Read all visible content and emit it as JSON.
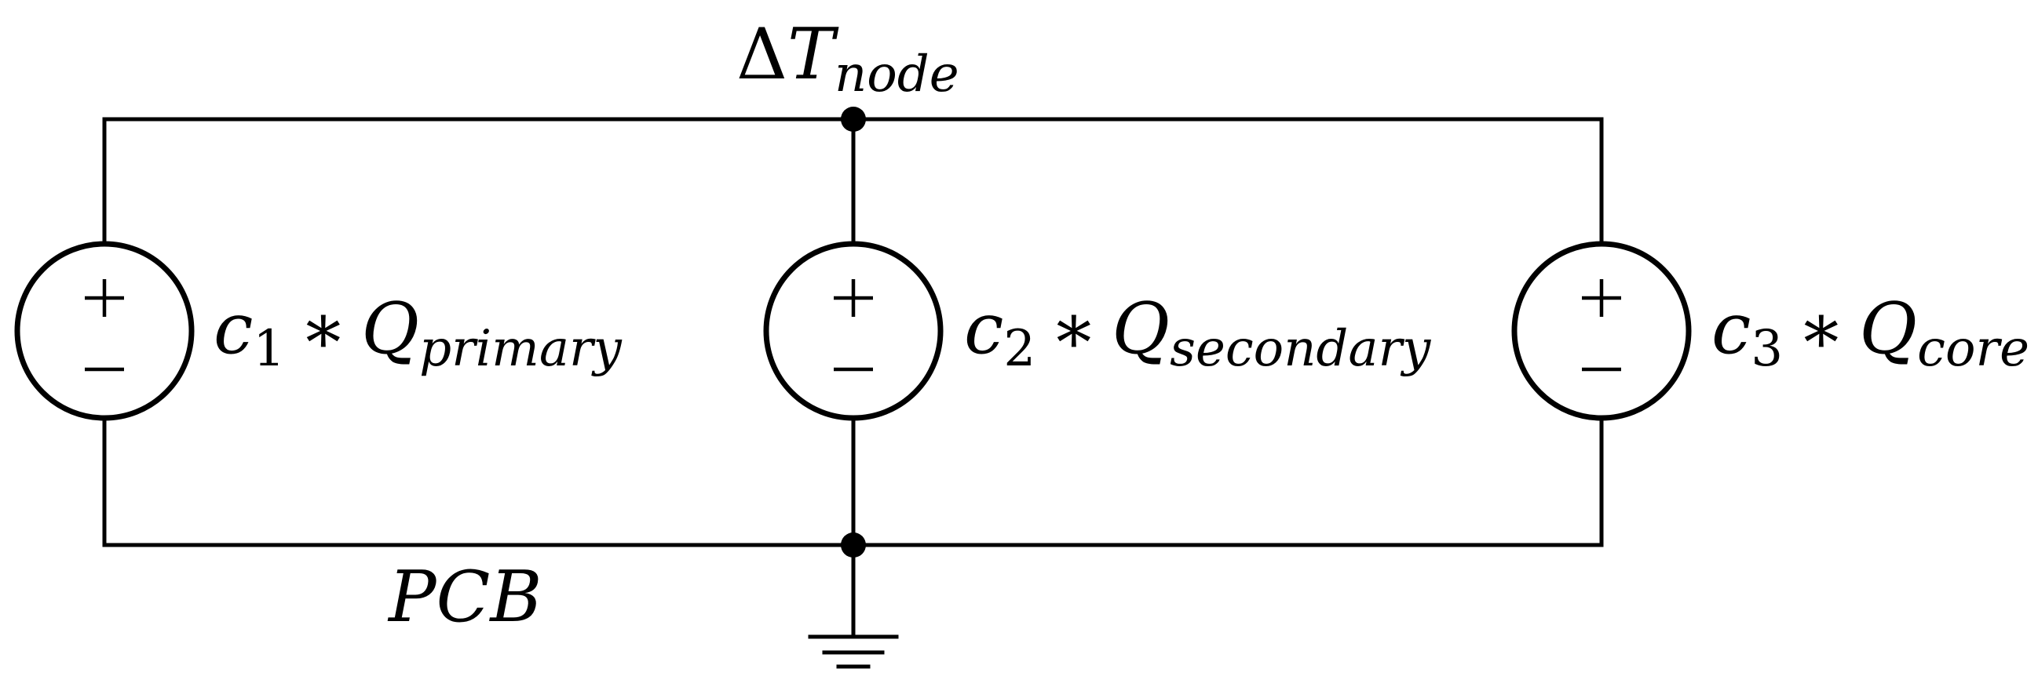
{
  "labels": {
    "top_node": {
      "sym": "Δ",
      "main": "T",
      "sub": "node"
    },
    "bottom_node": "PCB"
  },
  "sources": [
    {
      "coef": "c",
      "coef_sub": "1",
      "op": "∗",
      "var": "Q",
      "var_sub": "primary",
      "plus": "+",
      "minus": "−"
    },
    {
      "coef": "c",
      "coef_sub": "2",
      "op": "∗",
      "var": "Q",
      "var_sub": "secondary",
      "plus": "+",
      "minus": "−"
    },
    {
      "coef": "c",
      "coef_sub": "3",
      "op": "∗",
      "var": "Q",
      "var_sub": "core",
      "plus": "+",
      "minus": "−"
    }
  ]
}
